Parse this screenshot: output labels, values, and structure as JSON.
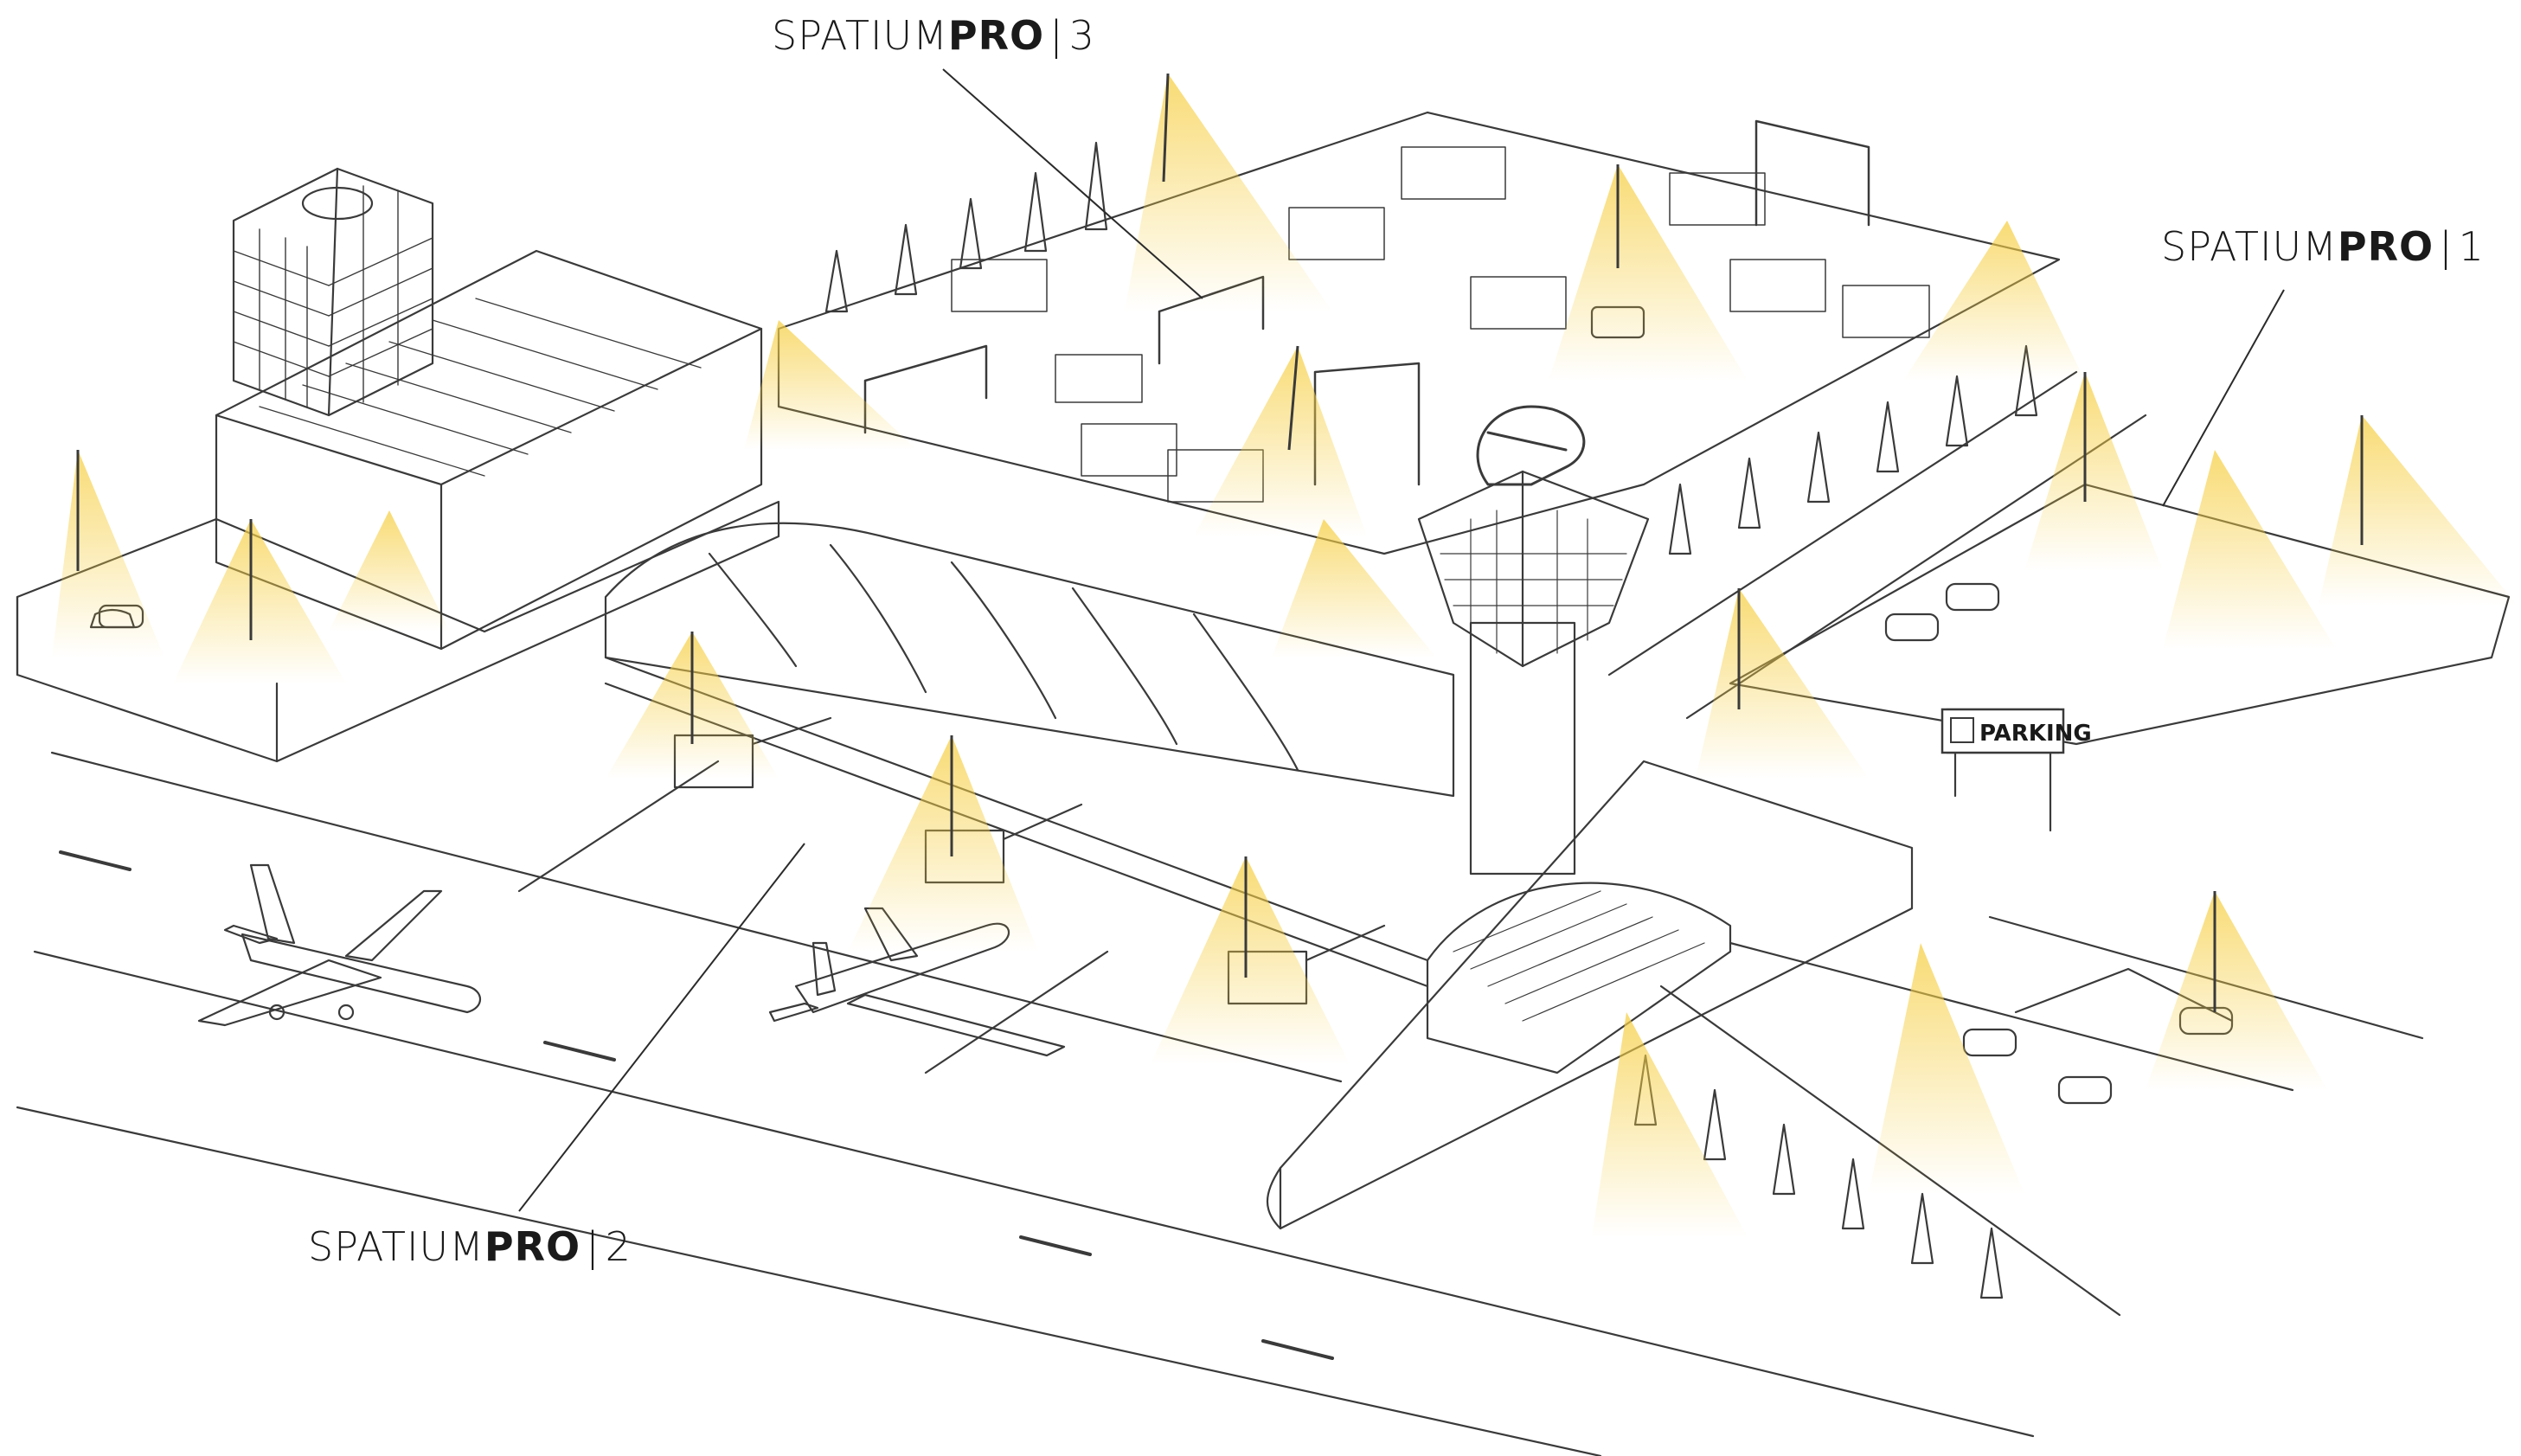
{
  "labels": [
    {
      "id": "spatium-pro-3",
      "prefix": "SPATIUM",
      "suffix": "PRO",
      "separator": "|",
      "number": "3"
    },
    {
      "id": "spatium-pro-1",
      "prefix": "SPATIUM",
      "suffix": "PRO",
      "separator": "|",
      "number": "1"
    },
    {
      "id": "spatium-pro-2",
      "prefix": "SPATIUM",
      "suffix": "PRO",
      "separator": "|",
      "number": "2"
    }
  ],
  "parking_sign": {
    "text": "PARKING",
    "icon": "parking-icon"
  },
  "colors": {
    "light": "#f6cf45",
    "ink": "#3a3a3a",
    "background": "#ffffff"
  }
}
